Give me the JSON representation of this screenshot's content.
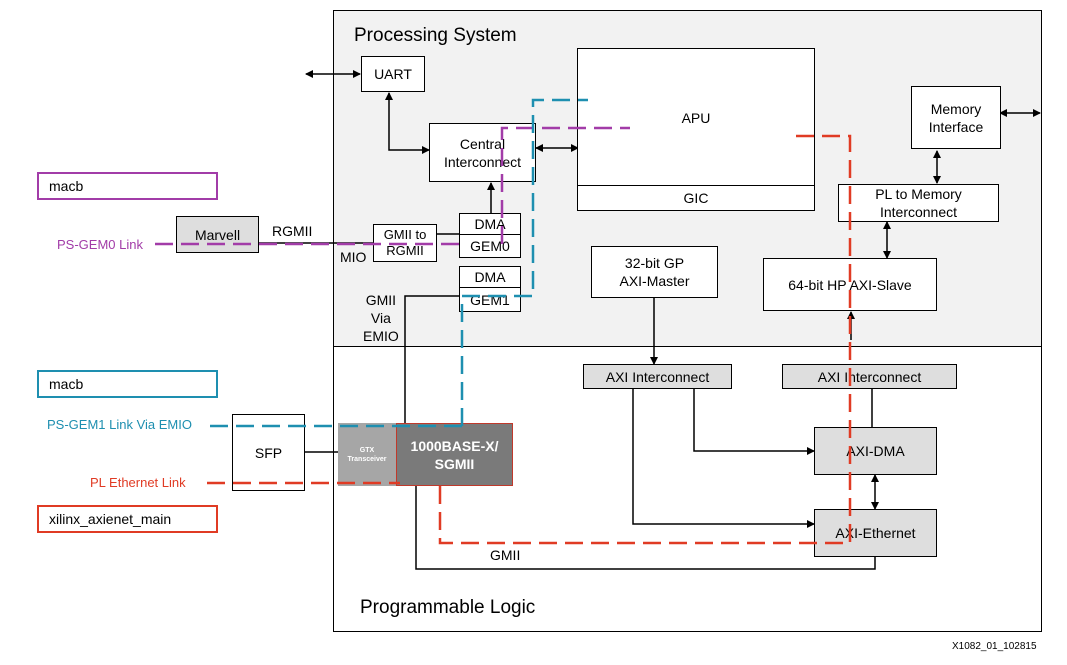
{
  "colors": {
    "gem0": "#a23ca8",
    "gem1": "#1e8fb0",
    "pl": "#e03b24",
    "grey_box": "#dedede",
    "transceiver": "#a6a6a6",
    "phy": "#7a7a7a"
  },
  "regions": {
    "ps_title": "Processing System",
    "pl_title": "Programmable Logic"
  },
  "blocks": {
    "uart": "UART",
    "apu": "APU",
    "gic": "GIC",
    "memory_interface": "Memory\nInterface",
    "central_interconnect": "Central\nInterconnect",
    "pl_to_memory_interconnect": "PL to Memory\nInterconnect",
    "dma0": "DMA",
    "gem0": "GEM0",
    "dma1": "DMA",
    "gem1": "GEM1",
    "gmii_to_rgmii": "GMII to\nRGMII",
    "marvell": "Marvell",
    "gp_master": "32-bit GP\nAXI-Master",
    "hp_slave": "64-bit HP AXI-Slave",
    "axi_interconnect_left": "AXI Interconnect",
    "axi_interconnect_right": "AXI Interconnect",
    "axi_dma": "AXI-DMA",
    "axi_ethernet": "AXI-Ethernet",
    "sfp": "SFP",
    "gtx": "GTX\nTransceiver",
    "phy": "1000BASE-X/\nSGMII"
  },
  "labels": {
    "rgmii": "RGMII",
    "mio": "MIO",
    "gmii_via_emio": "GMII\nVia\nEMIO",
    "gmii": "GMII",
    "ps_gem0_link": "PS-GEM0 Link",
    "ps_gem1_link": "PS-GEM1 Link Via EMIO",
    "pl_ethernet_link": "PL Ethernet Link",
    "figure_id": "X1082_01_102815"
  },
  "legend": {
    "gem0_driver": "macb",
    "gem1_driver": "macb",
    "pl_driver": "xilinx_axienet_main"
  }
}
